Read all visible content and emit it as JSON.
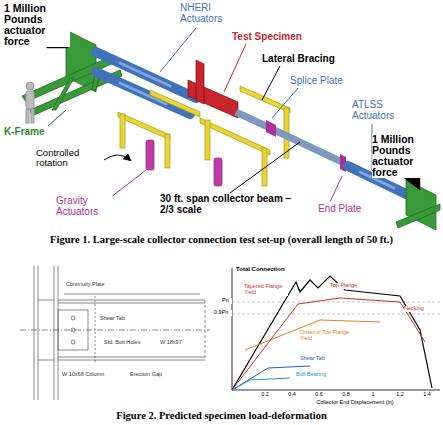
{
  "diagram": {
    "labels": [
      "1 Million Pounds actuator force",
      "NHERI Actuators",
      "Test Specimen",
      "Lateral Bracing",
      "Splice Plate",
      "K-Frame",
      "Controlled rotation",
      "ATLSS Actuators",
      "1 Million Pounds actuator force",
      "Gravity Actuators",
      "30 ft. span collector beam – 2/3 scale",
      "End Plate",
      "Figure 1. Large-scale collector connection test set-up (overall length of 50 ft.)",
      "Figure 2. Predicted specimen load-deformation",
      "Total Connection",
      "Top Flange",
      "Necking",
      "Onset of Top Flange Yield",
      "Tapered Flange Yield",
      "Shear Tab",
      "Bolt Bearing",
      "Pn",
      "0.9Pn",
      "0.2",
      "0.4",
      "0.6",
      "0.8",
      "1",
      "1.2",
      "1.4",
      "Collector End Displacement (in)",
      "Continuity Plate",
      "Shear Tab",
      "W 10x68 Column",
      "Erection Gap",
      "W 18x97",
      "Std. Bolt Holes"
    ]
  }
}
